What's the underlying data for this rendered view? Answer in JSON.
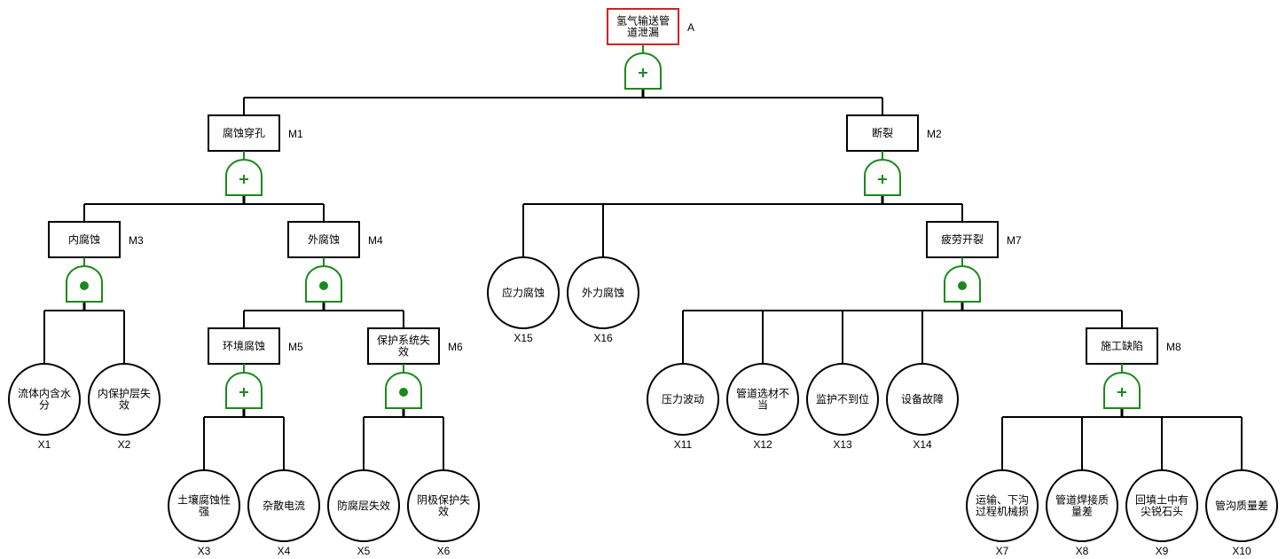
{
  "diagram": {
    "type": "fault-tree",
    "colors": {
      "line": "#000000",
      "gate": "#1a8a1a",
      "top_border": "#d62020",
      "box_border": "#000000"
    },
    "nodes": [
      {
        "id": "A",
        "kind": "top",
        "label": [
          "氢气输送管",
          "道泄漏"
        ],
        "gate": "or"
      },
      {
        "id": "M1",
        "kind": "intermediate",
        "label": [
          "腐蚀穿孔"
        ],
        "gate": "or",
        "parent": "A"
      },
      {
        "id": "M2",
        "kind": "intermediate",
        "label": [
          "断裂"
        ],
        "gate": "or",
        "parent": "A"
      },
      {
        "id": "M3",
        "kind": "intermediate",
        "label": [
          "内腐蚀"
        ],
        "gate": "and",
        "parent": "M1"
      },
      {
        "id": "M4",
        "kind": "intermediate",
        "label": [
          "外腐蚀"
        ],
        "gate": "and",
        "parent": "M1"
      },
      {
        "id": "M5",
        "kind": "intermediate",
        "label": [
          "环境腐蚀"
        ],
        "gate": "or",
        "parent": "M4"
      },
      {
        "id": "M6",
        "kind": "intermediate",
        "label": [
          "保护系统失",
          "效"
        ],
        "gate": "and",
        "parent": "M4"
      },
      {
        "id": "M7",
        "kind": "intermediate",
        "label": [
          "疲劳开裂"
        ],
        "gate": "and",
        "parent": "M2"
      },
      {
        "id": "M8",
        "kind": "intermediate",
        "label": [
          "施工缺陷"
        ],
        "gate": "or",
        "parent": "M7"
      },
      {
        "id": "X1",
        "kind": "basic",
        "label": [
          "流体内含水",
          "分"
        ],
        "parent": "M3"
      },
      {
        "id": "X2",
        "kind": "basic",
        "label": [
          "内保护层失",
          "效"
        ],
        "parent": "M3"
      },
      {
        "id": "X3",
        "kind": "basic",
        "label": [
          "土壤腐蚀性",
          "强"
        ],
        "parent": "M5"
      },
      {
        "id": "X4",
        "kind": "basic",
        "label": [
          "杂散电流"
        ],
        "parent": "M5"
      },
      {
        "id": "X5",
        "kind": "basic",
        "label": [
          "防腐层失效"
        ],
        "parent": "M6"
      },
      {
        "id": "X6",
        "kind": "basic",
        "label": [
          "阴极保护失",
          "效"
        ],
        "parent": "M6"
      },
      {
        "id": "X15",
        "kind": "basic",
        "label": [
          "应力腐蚀"
        ],
        "parent": "M2"
      },
      {
        "id": "X16",
        "kind": "basic",
        "label": [
          "外力腐蚀"
        ],
        "parent": "M2"
      },
      {
        "id": "X11",
        "kind": "basic",
        "label": [
          "压力波动"
        ],
        "parent": "M7"
      },
      {
        "id": "X12",
        "kind": "basic",
        "label": [
          "管道选材不",
          "当"
        ],
        "parent": "M7"
      },
      {
        "id": "X13",
        "kind": "basic",
        "label": [
          "监护不到位"
        ],
        "parent": "M7"
      },
      {
        "id": "X14",
        "kind": "basic",
        "label": [
          "设备故障"
        ],
        "parent": "M7"
      },
      {
        "id": "X7",
        "kind": "basic",
        "label": [
          "运输、下沟",
          "过程机械损"
        ],
        "parent": "M8"
      },
      {
        "id": "X8",
        "kind": "basic",
        "label": [
          "管道焊接质",
          "量差"
        ],
        "parent": "M8"
      },
      {
        "id": "X9",
        "kind": "basic",
        "label": [
          "回填土中有",
          "尖锐石头"
        ],
        "parent": "M8"
      },
      {
        "id": "X10",
        "kind": "basic",
        "label": [
          "管沟质量差"
        ],
        "parent": "M8"
      }
    ]
  }
}
